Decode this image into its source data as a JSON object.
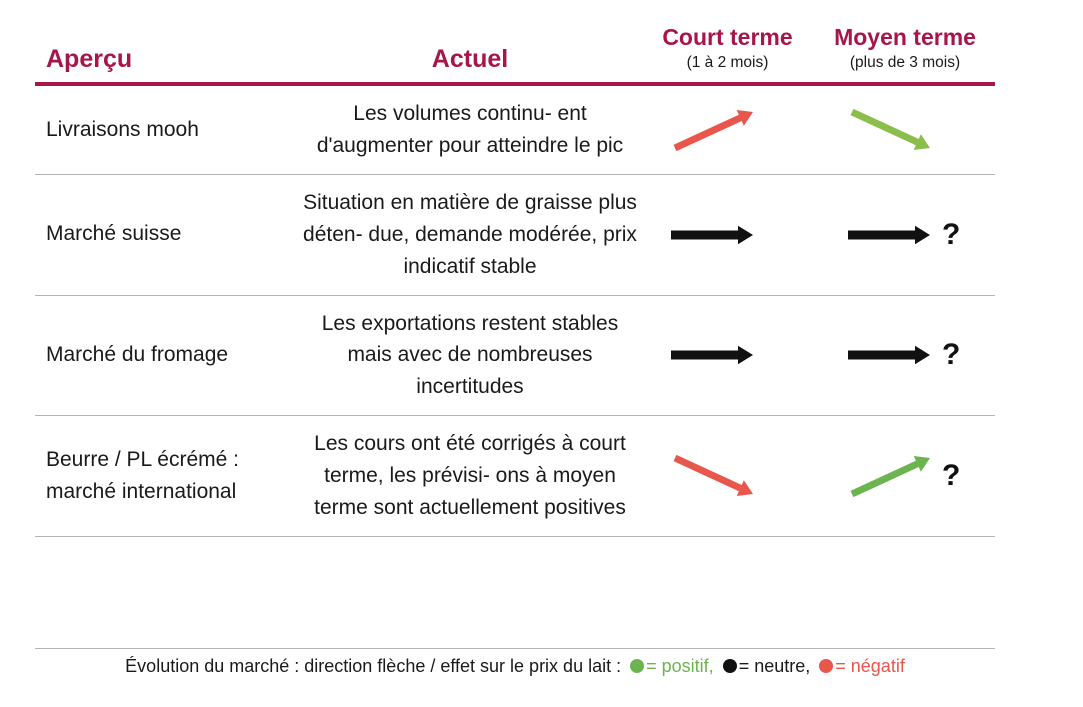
{
  "table": {
    "headers": {
      "topic": "Aperçu",
      "current": "Actuel",
      "short_main": "Court terme",
      "short_sub": "(1 à 2 mois)",
      "medium_main": "Moyen terme",
      "medium_sub": "(plus de 3 mois)"
    },
    "rows": [
      {
        "topic": "Livraisons mooh",
        "current": "Les volumes continu- ent d'augmenter pour atteindre le pic",
        "short_term": {
          "direction": "up",
          "color": "#e8564c",
          "question": false
        },
        "medium_term": {
          "direction": "down",
          "color": "#8cbe4b",
          "question": false
        }
      },
      {
        "topic": "Marché suisse",
        "current": "Situation en matière de graisse plus déten- due, demande modérée, prix indicatif stable",
        "short_term": {
          "direction": "flat",
          "color": "#111111",
          "question": false
        },
        "medium_term": {
          "direction": "flat",
          "color": "#111111",
          "question": true,
          "question_mark": "?"
        }
      },
      {
        "topic": "Marché du fromage",
        "current": "Les exportations restent stables mais avec de nombreuses incertitudes",
        "short_term": {
          "direction": "flat",
          "color": "#111111",
          "question": false
        },
        "medium_term": {
          "direction": "flat",
          "color": "#111111",
          "question": true,
          "question_mark": "?"
        }
      },
      {
        "topic": "Beurre / PL écrémé : marché international",
        "current": "Les cours ont été corrigés à court terme, les prévisi- ons à moyen terme sont actuellement positives",
        "short_term": {
          "direction": "down",
          "color": "#e8564c",
          "question": false
        },
        "medium_term": {
          "direction": "up",
          "color": "#6cb44f",
          "question": true,
          "question_mark": "?"
        }
      }
    ]
  },
  "legend": {
    "intro": "Évolution du marché : direction flèche / effet sur le prix du lait :",
    "positive": "= positif,",
    "neutral": "= neutre,",
    "negative": "= négatif"
  },
  "colors": {
    "accent": "#a6164a",
    "red": "#e8564c",
    "green": "#8cbe4b",
    "green_dot": "#6cb44f",
    "black": "#111111",
    "rule": "#b5b5b5"
  }
}
